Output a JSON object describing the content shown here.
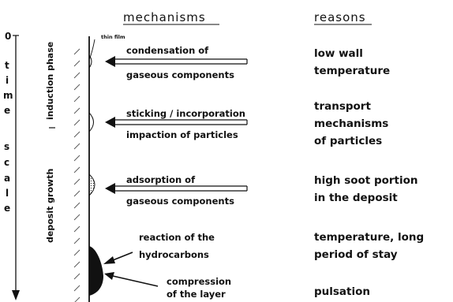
{
  "headers": {
    "mechanisms": "mechanisms",
    "reasons": "reasons"
  },
  "thin_film_label": "thin film",
  "time_axis": {
    "zero": "0",
    "letters": [
      "t",
      "i",
      "m",
      "e",
      "s",
      "c",
      "a",
      "l",
      "e"
    ]
  },
  "phases": {
    "induction": "induction phase",
    "growth": "deposit growth"
  },
  "rows": [
    {
      "mech1": "condensation of",
      "mech2": "gaseous components",
      "reason1": "low wall",
      "reason2": "temperature",
      "reason3": ""
    },
    {
      "mech1": "sticking / incorporation",
      "mech2": "impaction of particles",
      "reason1": "transport",
      "reason2": "mechanisms",
      "reason3": "of particles"
    },
    {
      "mech1": "adsorption of",
      "mech2": "gaseous components",
      "reason1": "high soot portion",
      "reason2": "in the deposit",
      "reason3": ""
    },
    {
      "mech1": "reaction of the",
      "mech2": "hydrocarbons",
      "reason1": "temperature, long",
      "reason2": "period of stay",
      "reason3": ""
    },
    {
      "mech1": "compression",
      "mech2": "of the layer",
      "reason1": "pulsation",
      "reason2": "",
      "reason3": ""
    }
  ]
}
